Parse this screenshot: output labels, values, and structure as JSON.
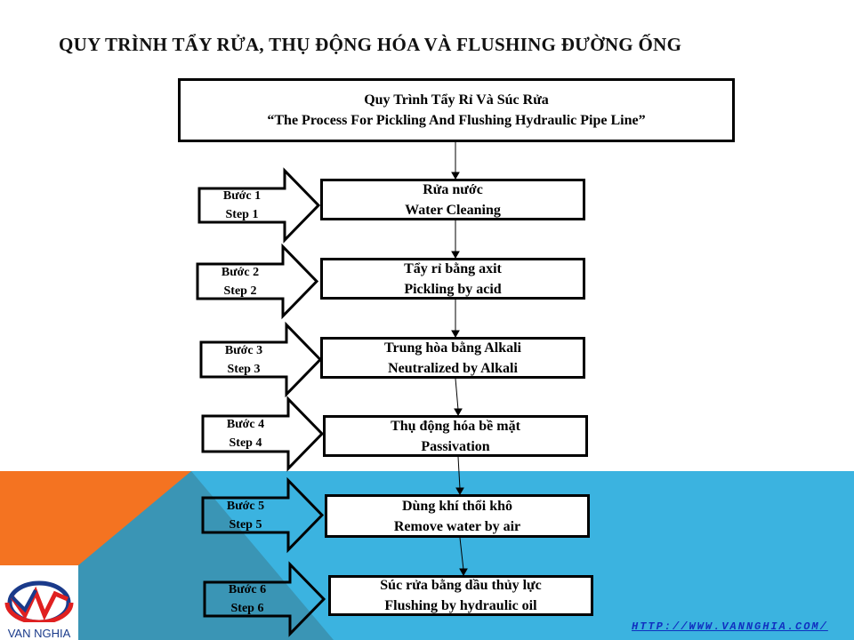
{
  "title": "QUY TRÌNH TẨY RỬA, THỤ ĐỘNG HÓA VÀ FLUSHING ĐƯỜNG ỐNG",
  "header_box": {
    "line1": "Quy Trình Tẩy Rỉ Và Súc Rửa",
    "line2": "“The Process For Pickling And Flushing Hydraulic Pipe Line”"
  },
  "steps": [
    {
      "vn_label": "Bước 1",
      "en_label": "Step 1",
      "vn": "Rửa nước",
      "en": "Water Cleaning"
    },
    {
      "vn_label": "Bước 2",
      "en_label": "Step 2",
      "vn": "Tẩy rỉ bằng axit",
      "en": "Pickling by acid"
    },
    {
      "vn_label": "Bước 3",
      "en_label": "Step 3",
      "vn": "Trung hòa bằng Alkali",
      "en": "Neutralized by Alkali"
    },
    {
      "vn_label": "Bước 4",
      "en_label": "Step 4",
      "vn": "Thụ động hóa bề mặt",
      "en": "Passivation"
    },
    {
      "vn_label": "Bước 5",
      "en_label": "Step 5",
      "vn": "Dùng khí thổi khô",
      "en": "Remove water by air"
    },
    {
      "vn_label": "Bước 6",
      "en_label": "Step 6",
      "vn": "Súc rửa bằng dầu thủy lực",
      "en": "Flushing by hydraulic oil"
    }
  ],
  "logo": {
    "text": "VAN NGHIA"
  },
  "url": "HTTP://WWW.VANNGHIA.COM/",
  "colors": {
    "orange": "#F47321",
    "dark_blue": "#3A95B5",
    "light_blue": "#3BB3E0"
  }
}
